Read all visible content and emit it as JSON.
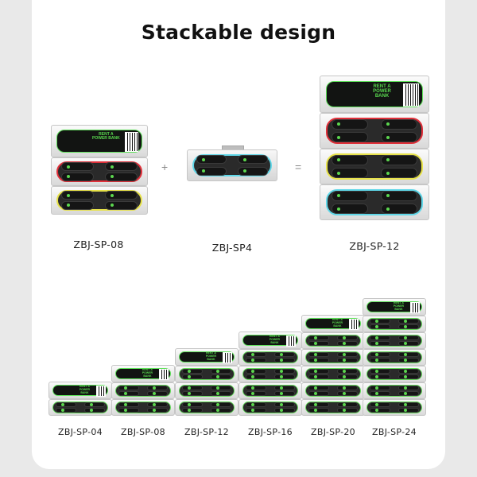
{
  "title": "Stackable design",
  "top_row": {
    "left_label": "ZBJ-SP-08",
    "middle_label": "ZBJ-SP4",
    "right_label": "ZBJ-SP-12",
    "plus_symbol": "+",
    "equals_symbol": "="
  },
  "screen_text": "RENT A POWER BANK",
  "bottom_row": {
    "labels": [
      "ZBJ-SP-04",
      "ZBJ-SP-08",
      "ZBJ-SP-12",
      "ZBJ-SP-16",
      "ZBJ-SP-20",
      "ZBJ-SP-24"
    ]
  },
  "colors": {
    "ring_red": "#e0303a",
    "ring_yellow": "#e7e24a",
    "ring_cyan": "#5fd7e8",
    "ring_green": "#63d85a",
    "screen": "#121412"
  }
}
